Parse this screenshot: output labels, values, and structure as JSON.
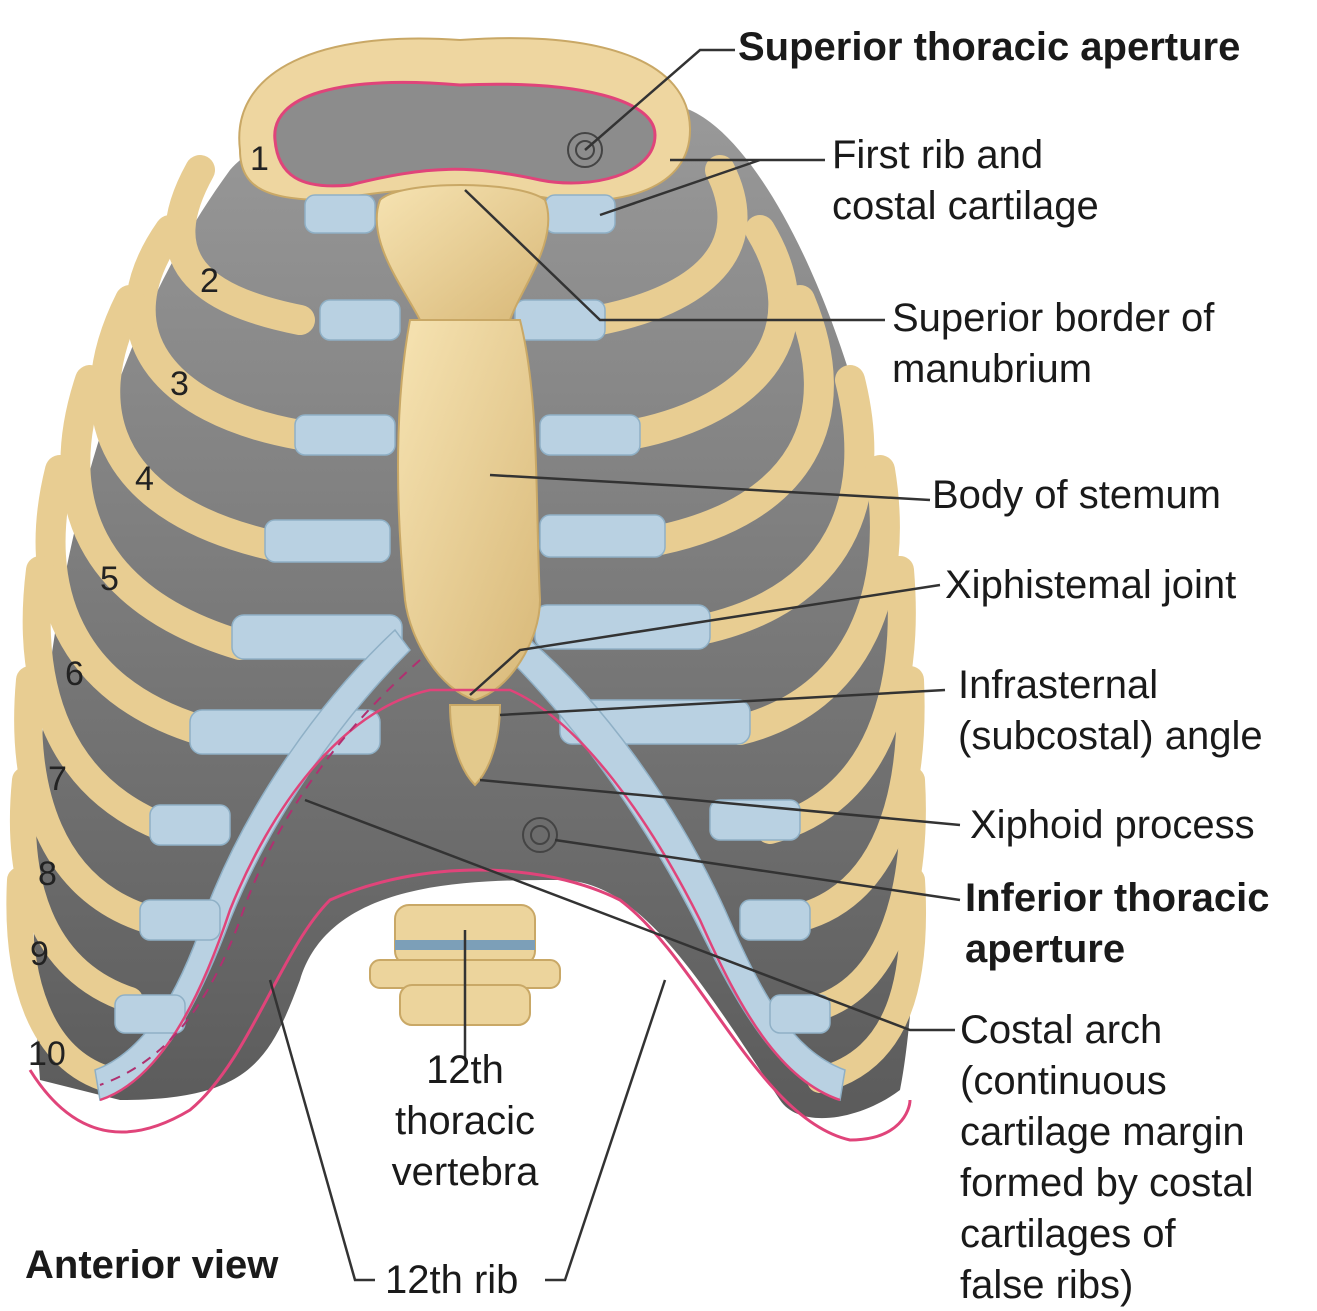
{
  "labels": {
    "superior_thoracic_aperture": "Superior thoracic aperture",
    "first_rib": "First rib and\ncostal cartilage",
    "superior_border_manubrium": "Superior border of\nmanubrium",
    "body_of_sternum": "Body of stemum",
    "xiphisternal_joint": "Xiphistemal joint",
    "infrasternal_angle": "Infrasternal\n(subcostal) angle",
    "xiphoid_process": "Xiphoid process",
    "inferior_thoracic_aperture": "Inferior thoracic\naperture",
    "costal_arch": "Costal arch\n(continuous\ncartilage margin\nformed by costal\ncartilages of\nfalse ribs)",
    "twelfth_vertebra": "12th\nthoracic\nvertebra",
    "twelfth_rib": "12th rib",
    "view": "Anterior view"
  },
  "rib_numbers": [
    "1",
    "2",
    "3",
    "4",
    "5",
    "6",
    "7",
    "8",
    "9",
    "10"
  ],
  "colors": {
    "bone": "#ecd49c",
    "bone_dark": "#c9a866",
    "cartilage": "#b8d0e0",
    "cavity": "#6e6e6e",
    "outline": "#e0447a",
    "leader": "#333333"
  }
}
